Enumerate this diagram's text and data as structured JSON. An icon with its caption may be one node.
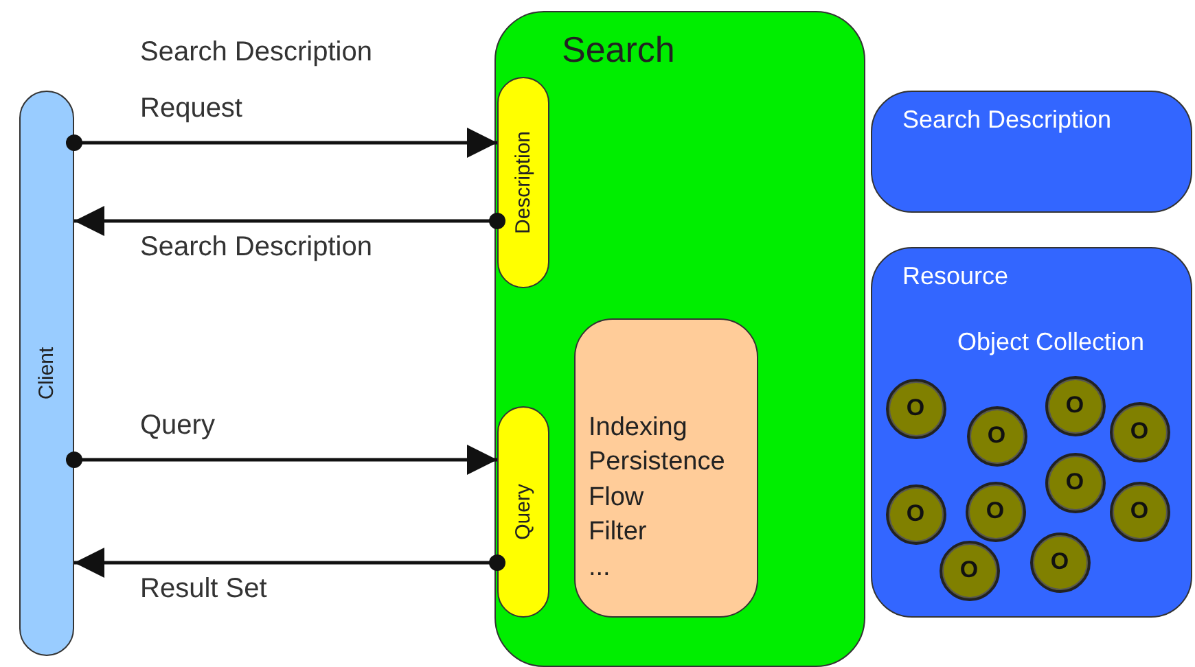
{
  "diagram": {
    "nodes": [
      {
        "text": [
          "Client"
        ]
      },
      {
        "text": [
          "Search"
        ]
      },
      {
        "text": [
          "Description"
        ],
        "in": 1
      },
      {
        "text": [
          "Query"
        ],
        "in": 1
      },
      {
        "text": [
          "Indexing",
          "Persistence",
          "Flow",
          "Filter",
          "..."
        ],
        "in": 1
      },
      {
        "text": [
          "Search Description"
        ]
      },
      {
        "text": [
          "Resource",
          "Object Collection"
        ]
      },
      {
        "text": [
          "O"
        ],
        "in": 6
      },
      {
        "text": [
          "O"
        ],
        "in": 6
      },
      {
        "text": [
          "O"
        ],
        "in": 6
      },
      {
        "text": [
          "O"
        ],
        "in": 6
      },
      {
        "text": [
          "O"
        ],
        "in": 6
      },
      {
        "text": [
          "O"
        ],
        "in": 6
      },
      {
        "text": [
          "O"
        ],
        "in": 6
      },
      {
        "text": [
          "O"
        ],
        "in": 6
      },
      {
        "text": [
          "O"
        ],
        "in": 6
      },
      {
        "text": [
          "O"
        ],
        "in": 6
      }
    ],
    "edges": [
      {
        "from": 0,
        "to": 2,
        "arrow": "to",
        "label": "Search Description Request"
      },
      {
        "from": 2,
        "to": 0,
        "arrow": "to",
        "label": "Search Description"
      },
      {
        "from": 0,
        "to": 3,
        "arrow": "to",
        "label": "Query"
      },
      {
        "from": 3,
        "to": 0,
        "arrow": "to",
        "label": "Result Set"
      }
    ]
  }
}
